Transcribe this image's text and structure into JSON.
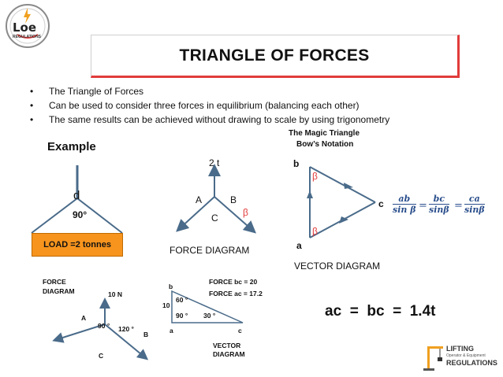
{
  "title": "TRIANGLE OF FORCES",
  "logo": {
    "text": "Loe",
    "subtext": "REGULATIONS"
  },
  "bullets": [
    "The Triangle of Forces",
    "Can be used to consider three forces in equilibrium (balancing each other)",
    "The same results can be achieved without drawing to scale by using trigonometry"
  ],
  "example": {
    "heading": "Example",
    "point_label": "d",
    "angle": "90°",
    "load": "LOAD =2  tonnes"
  },
  "force_diagram": {
    "top_label": "2 t",
    "a": "A",
    "b": "B",
    "c": "C",
    "beta": "β",
    "caption": "FORCE  DIAGRAM"
  },
  "magic_triangle": {
    "title": "The Magic Triangle",
    "subtitle": "Bow’s Notation",
    "b": "b",
    "a": "a",
    "c": "c",
    "beta1": "β",
    "beta2": "β",
    "caption": "VECTOR DIAGRAM"
  },
  "formula": {
    "f1_num": "ab",
    "f1_den": "sin β",
    "f2_num": "bc",
    "f2_den": "sinβ",
    "f3_num": "ca",
    "f3_den": "sinβ",
    "eq": "="
  },
  "small_force": {
    "title_line1": "FORCE",
    "title_line2": "DIAGRAM",
    "force": "10 N",
    "a": "A",
    "b": "B",
    "c": "C",
    "angle1": "90 °",
    "angle2": "120 °"
  },
  "small_vector": {
    "b": "b",
    "a": "a",
    "c": "c",
    "side": "10",
    "angle60": "60 °",
    "angle90": "90 °",
    "angle30": "30 °",
    "force_bc": "FORCE  bc = 20",
    "force_ac": "FORCE  ac = 17.2",
    "caption_line1": "VECTOR",
    "caption_line2": "DIAGRAM"
  },
  "result": "ac  =  bc  =  1.4t",
  "brand": {
    "line1": "LIFTING",
    "line2": "Operator & Equipment",
    "line3": "REGULATIONS"
  }
}
